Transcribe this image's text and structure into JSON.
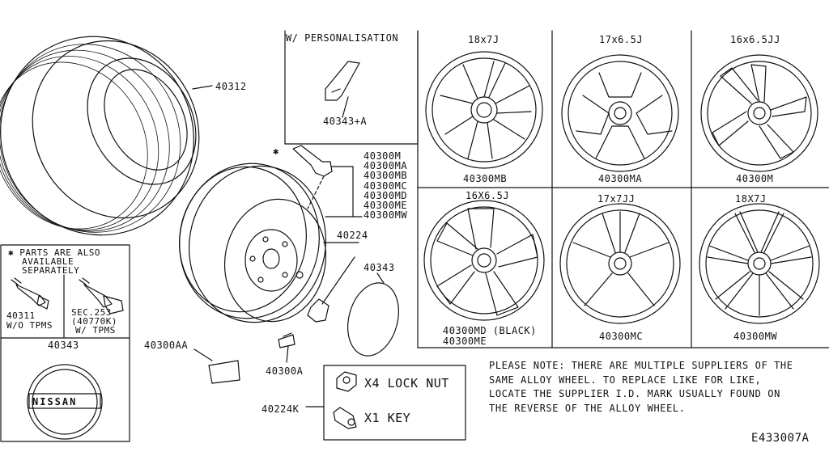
{
  "header": {
    "personalisation": "W/ PERSONALISATION"
  },
  "parts": {
    "tire": "40312",
    "valve_group": [
      "40300M",
      "40300MA",
      "40300MB",
      "40300MC",
      "40300MD",
      "40300ME",
      "40300MW"
    ],
    "nut": "40224",
    "center_cap": "40343",
    "personalisation_cap": "40343+A",
    "sticker_aa": "40300AA",
    "sticker_a": "40300A",
    "lock_set": "40224K"
  },
  "side_box": {
    "note_lines": [
      "✱ PARTS ARE ALSO",
      "AVAILABLE",
      "SEPARATELY"
    ],
    "valve_left_code": "40311",
    "valve_left_desc": "W/O TPMS",
    "valve_right_ref": "SEC.253",
    "valve_right_code": "(40770K)",
    "valve_right_desc": "W/ TPMS",
    "cap_code": "40343",
    "logo_text": "NISSAN"
  },
  "wheels": [
    {
      "size": "18x7J",
      "code": "40300MB"
    },
    {
      "size": "17x6.5J",
      "code": "40300MA"
    },
    {
      "size": "16x6.5JJ",
      "code": "40300M"
    },
    {
      "size": "16X6.5J",
      "code": "40300MD (BLACK)",
      "code2": "40300ME"
    },
    {
      "size": "17x7JJ",
      "code": "40300MC"
    },
    {
      "size": "18X7J",
      "code": "40300MW"
    }
  ],
  "lock_kit": [
    {
      "label": "X4 LOCK NUT",
      "icon": "lock-nut-icon"
    },
    {
      "label": "X1 KEY",
      "icon": "key-socket-icon"
    }
  ],
  "asterisk": "✱",
  "note_lines": [
    "PLEASE NOTE: THERE ARE MULTIPLE SUPPLIERS OF THE",
    "SAME ALLOY WHEEL. TO REPLACE LIKE FOR LIKE,",
    "LOCATE THE SUPPLIER I.D. MARK USUALLY FOUND ON",
    "THE REVERSE OF THE ALLOY WHEEL."
  ],
  "diagram_id": "E433007A"
}
